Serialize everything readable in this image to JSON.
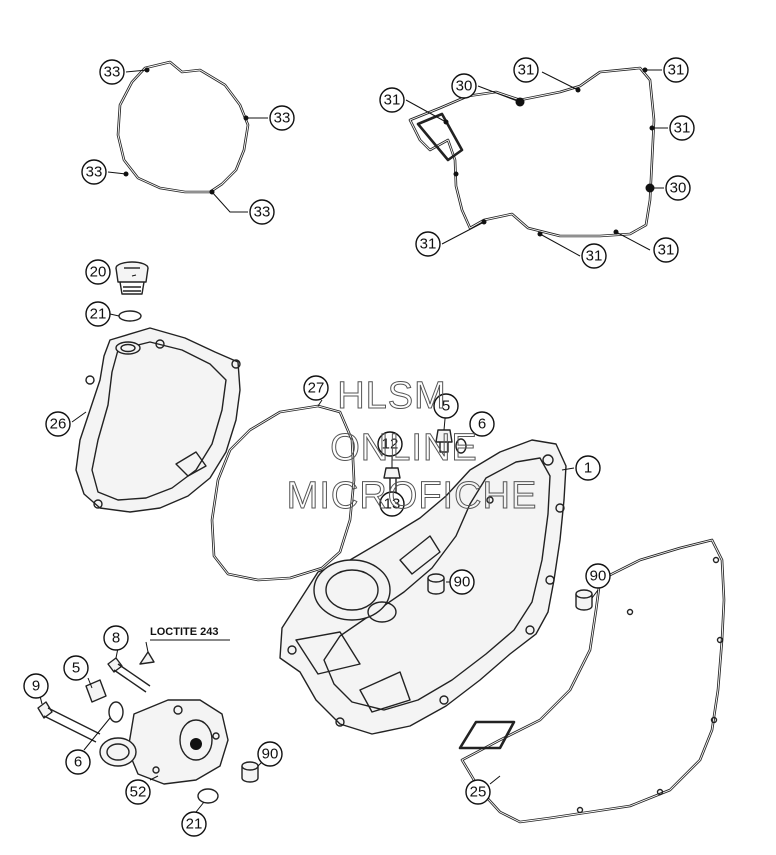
{
  "watermark": {
    "line1": "HLSM",
    "line2": "ONLINE",
    "line3": "MICROFICHE"
  },
  "note": {
    "loctite": "LOCTITE 243"
  },
  "callouts": {
    "c33a": "33",
    "c33b": "33",
    "c33c": "33",
    "c33d": "33",
    "c31a": "31",
    "c31b": "31",
    "c31c": "31",
    "c31d": "31",
    "c31e": "31",
    "c31f": "31",
    "c31g": "31",
    "c30a": "30",
    "c30b": "30",
    "c20": "20",
    "c21a": "21",
    "c26": "26",
    "c27": "27",
    "c5a": "5",
    "c6a": "6",
    "c12": "12",
    "c13": "13",
    "c1": "1",
    "c90a": "90",
    "c90b": "90",
    "c90c": "90",
    "c8": "8",
    "c5b": "5",
    "c9": "9",
    "c6b": "6",
    "c52": "52",
    "c21b": "21",
    "c25": "25"
  }
}
